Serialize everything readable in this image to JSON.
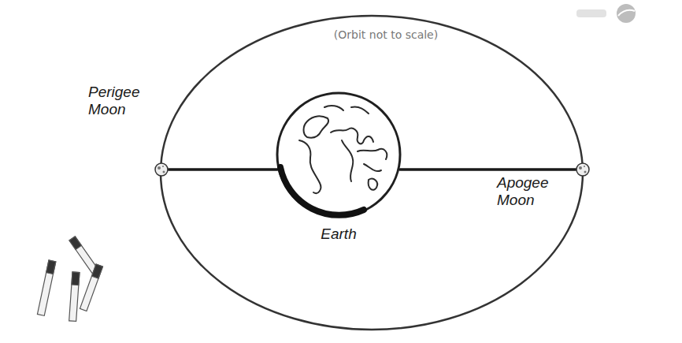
{
  "diagram": {
    "nodes": [
      {
        "text": [
          "Perigee Moon"
        ]
      },
      {
        "text": [
          "Earth"
        ]
      },
      {
        "text": [
          "Apogee Moon"
        ]
      }
    ],
    "edges": [
      {
        "from": 1,
        "to": 0,
        "arrow": "none"
      },
      {
        "from": 1,
        "to": 2,
        "arrow": "none"
      }
    ],
    "labels": [
      "(Orbit not to scale)"
    ]
  }
}
